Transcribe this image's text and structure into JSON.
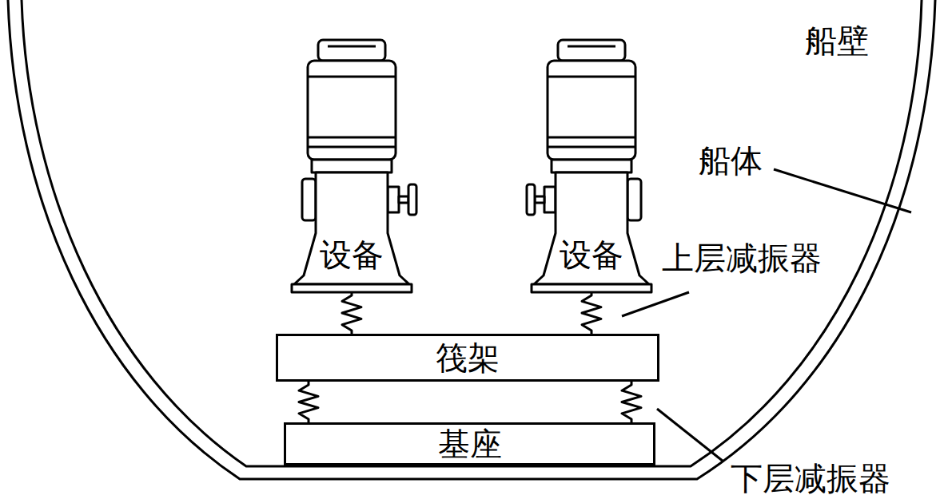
{
  "diagram": {
    "nodes": [
      {
        "text": [
          "设备"
        ]
      },
      {
        "text": [
          "设备"
        ]
      },
      {
        "text": [
          "筏架"
        ]
      },
      {
        "text": [
          "基座"
        ]
      }
    ],
    "edges": [
      {
        "from": 0,
        "to": 2,
        "arrow": "none"
      },
      {
        "from": 1,
        "to": 2,
        "arrow": "none"
      },
      {
        "from": 2,
        "to": 3,
        "arrow": "none"
      },
      {
        "from": 2,
        "to": 3,
        "arrow": "none"
      }
    ],
    "labels": [
      "船壁",
      "船体",
      "上层减振器",
      "下层减振器"
    ]
  }
}
